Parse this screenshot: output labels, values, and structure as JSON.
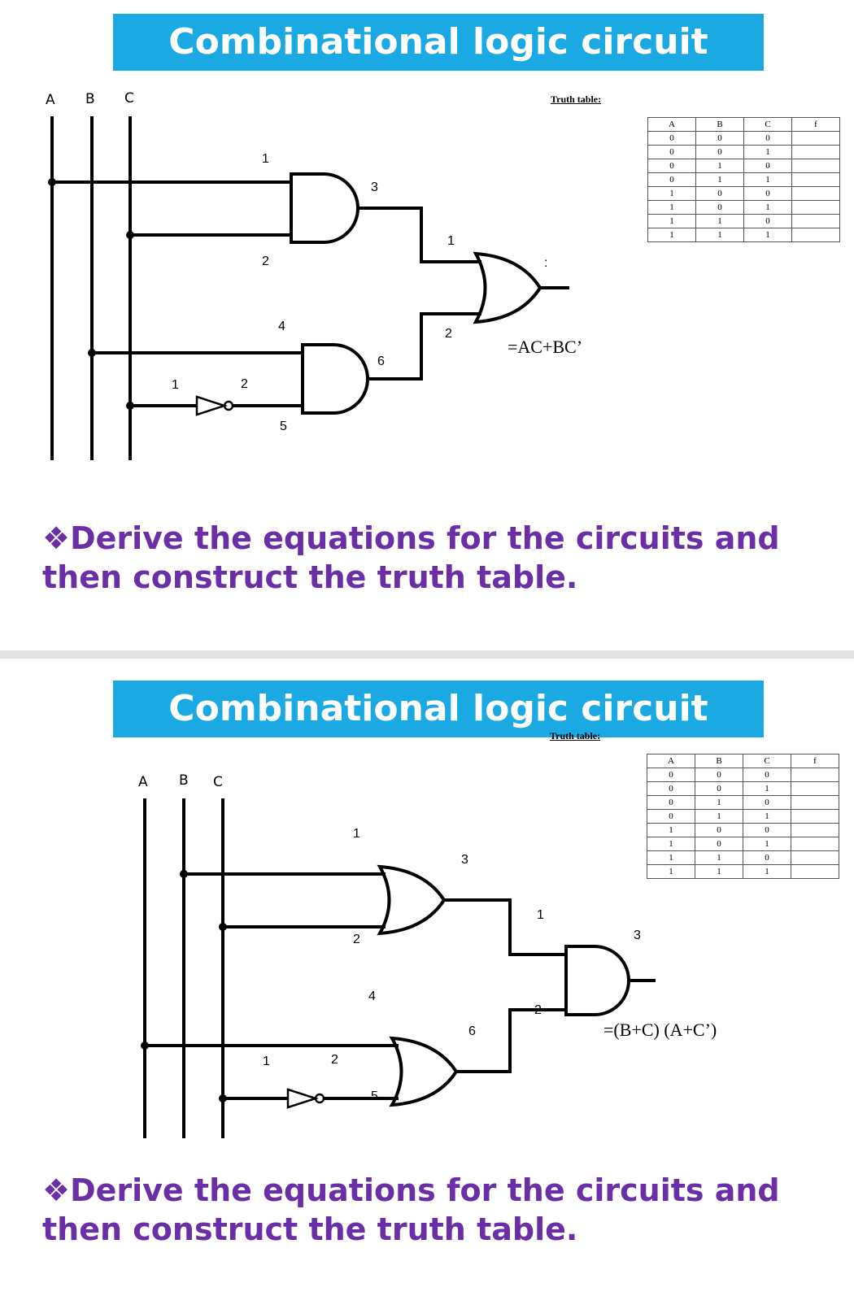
{
  "slides": [
    {
      "title": "Combinational logic circuit",
      "inputs": [
        "A",
        "B",
        "C"
      ],
      "pin_labels": {
        "g1_in1": "1",
        "g1_in2": "2",
        "g1_out": "3",
        "g2_in1": "4",
        "g2_in2": "5",
        "g2_out": "6",
        "out_in1": "1",
        "out_in2": "2",
        "out_out": ":",
        "not_in": "1",
        "not_out": "2"
      },
      "equation": "=AC+BC’",
      "gate_types": {
        "first_stage": "AND",
        "output": "OR"
      },
      "truth_table_label": "Truth table:",
      "truth_table": {
        "headers": [
          "A",
          "B",
          "C",
          "f"
        ],
        "rows": [
          [
            "0",
            "0",
            "0",
            ""
          ],
          [
            "0",
            "0",
            "1",
            ""
          ],
          [
            "0",
            "1",
            "0",
            ""
          ],
          [
            "0",
            "1",
            "1",
            ""
          ],
          [
            "1",
            "0",
            "0",
            ""
          ],
          [
            "1",
            "0",
            "1",
            ""
          ],
          [
            "1",
            "1",
            "0",
            ""
          ],
          [
            "1",
            "1",
            "1",
            ""
          ]
        ]
      },
      "instruction": "❖Derive the equations for the circuits and then construct the truth table."
    },
    {
      "title": "Combinational logic circuit",
      "inputs": [
        "A",
        "B",
        "C"
      ],
      "pin_labels": {
        "g1_in1": "1",
        "g1_in2": "2",
        "g1_out": "3",
        "g2_in1": "4",
        "g2_in2": "5",
        "g2_out": "6",
        "out_in1": "1",
        "out_in2": "2",
        "out_out": "3",
        "not_in": "1",
        "not_out": "2"
      },
      "equation": "=(B+C) (A+C’)",
      "gate_types": {
        "first_stage": "OR",
        "output": "AND"
      },
      "truth_table_label": "Truth table:",
      "truth_table": {
        "headers": [
          "A",
          "B",
          "C",
          "f"
        ],
        "rows": [
          [
            "0",
            "0",
            "0",
            ""
          ],
          [
            "0",
            "0",
            "1",
            ""
          ],
          [
            "0",
            "1",
            "0",
            ""
          ],
          [
            "0",
            "1",
            "1",
            ""
          ],
          [
            "1",
            "0",
            "0",
            ""
          ],
          [
            "1",
            "0",
            "1",
            ""
          ],
          [
            "1",
            "1",
            "0",
            ""
          ],
          [
            "1",
            "1",
            "1",
            ""
          ]
        ]
      },
      "instruction": "❖Derive the equations for the circuits and then construct the truth table."
    }
  ]
}
